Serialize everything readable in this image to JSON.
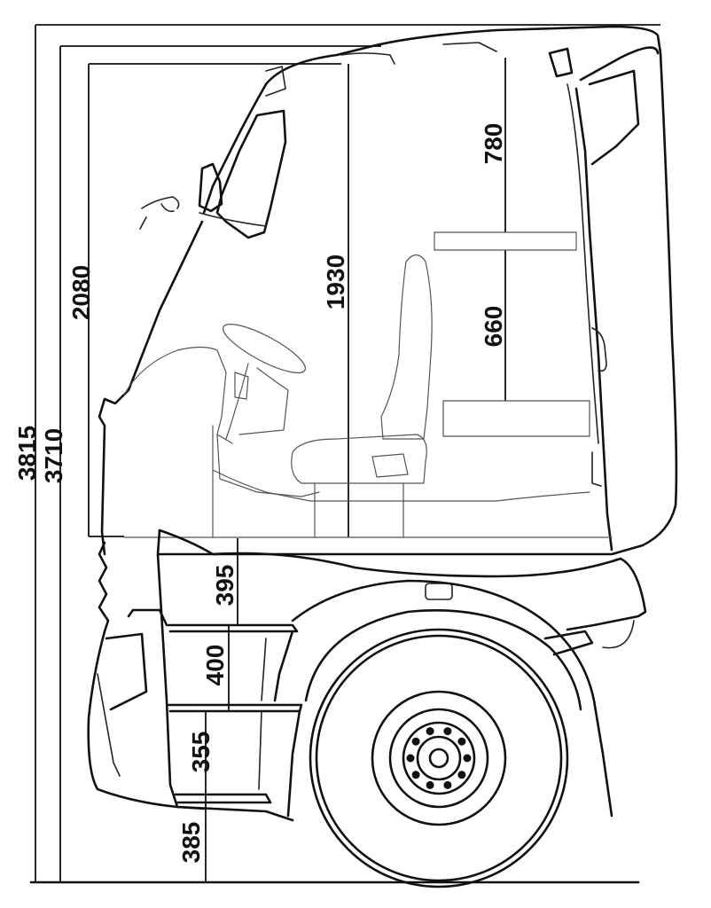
{
  "dimensions": {
    "overall_height": "3815",
    "roof_height": "3710",
    "cab_interior_height": "2080",
    "standing_height": "1930",
    "bunk_upper_clearance": "780",
    "bunk_lower_clearance": "660",
    "step_1": "395",
    "step_2": "400",
    "step_3": "355",
    "step_ground": "385"
  },
  "colors": {
    "line": "#111111",
    "background": "#ffffff"
  }
}
